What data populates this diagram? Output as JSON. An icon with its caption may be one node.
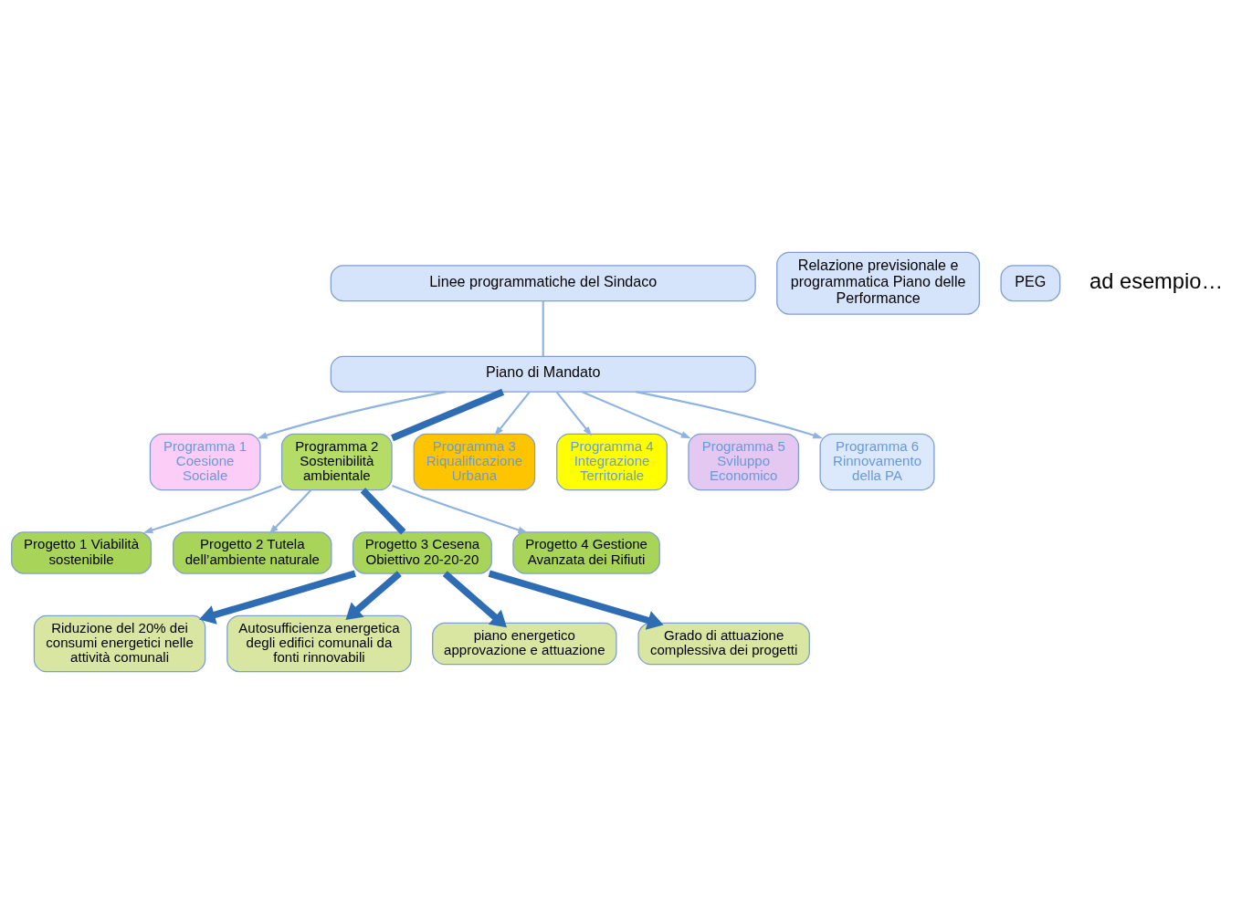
{
  "diagram": {
    "nodes": [
      {
        "text": [
          "Linee programmatiche del Sindaco"
        ]
      },
      {
        "text": [
          "Piano di Mandato"
        ]
      },
      {
        "text": [
          "Programma 1 Coesione Sociale"
        ]
      },
      {
        "text": [
          "Programma 2 Sostenibilità ambientale"
        ]
      },
      {
        "text": [
          "Programma 3 Riqualificazione Urbana"
        ]
      },
      {
        "text": [
          "Programma 4 Integrazione Territoriale"
        ]
      },
      {
        "text": [
          "Programma 5 Sviluppo Economico"
        ]
      },
      {
        "text": [
          "Programma 6 Rinnovamento della PA"
        ]
      },
      {
        "text": [
          "Relazione previsionale e programmatica Piano delle Performance"
        ]
      },
      {
        "text": [
          "PEG"
        ]
      },
      {
        "text": [
          "Progetto 1 Viabilità sostenibile"
        ]
      },
      {
        "text": [
          "Progetto 2 Tutela dell’ambiente naturale"
        ]
      },
      {
        "text": [
          "Progetto 3 Cesena Obiettivo 20-20-20"
        ]
      },
      {
        "text": [
          "Progetto 4 Gestione Avanzata dei Rifiuti"
        ]
      },
      {
        "text": [
          "Riduzione del 20% dei consumi energetici nelle attività comunali"
        ]
      },
      {
        "text": [
          "Autosufficienza energetica degli edifici comunali da fonti rinnovabili"
        ]
      },
      {
        "text": [
          "piano energetico approvazione e attuazione"
        ]
      },
      {
        "text": [
          "Grado di attuazione complessiva dei progetti"
        ]
      }
    ],
    "edges": [
      {
        "from": 0,
        "to": 1,
        "arrow": "none"
      },
      {
        "from": 1,
        "to": 2,
        "arrow": "to"
      },
      {
        "from": 1,
        "to": 3,
        "arrow": "none",
        "style": "thick",
        "color": "#2e6db4"
      },
      {
        "from": 1,
        "to": 4,
        "arrow": "to"
      },
      {
        "from": 1,
        "to": 5,
        "arrow": "to"
      },
      {
        "from": 1,
        "to": 6,
        "arrow": "to"
      },
      {
        "from": 1,
        "to": 7,
        "arrow": "to"
      },
      {
        "from": 3,
        "to": 10,
        "arrow": "to"
      },
      {
        "from": 3,
        "to": 11,
        "arrow": "to"
      },
      {
        "from": 3,
        "to": 12,
        "arrow": "none",
        "style": "thick",
        "color": "#2e6db4"
      },
      {
        "from": 3,
        "to": 13,
        "arrow": "to"
      },
      {
        "from": 12,
        "to": 14,
        "arrow": "to",
        "style": "thick",
        "color": "#2e6db4"
      },
      {
        "from": 12,
        "to": 15,
        "arrow": "to",
        "style": "thick",
        "color": "#2e6db4"
      },
      {
        "from": 12,
        "to": 16,
        "arrow": "to",
        "style": "thick",
        "color": "#2e6db4"
      },
      {
        "from": 12,
        "to": 17,
        "arrow": "to",
        "style": "thick",
        "color": "#2e6db4"
      }
    ],
    "labels": [
      "ad esempio…"
    ]
  }
}
